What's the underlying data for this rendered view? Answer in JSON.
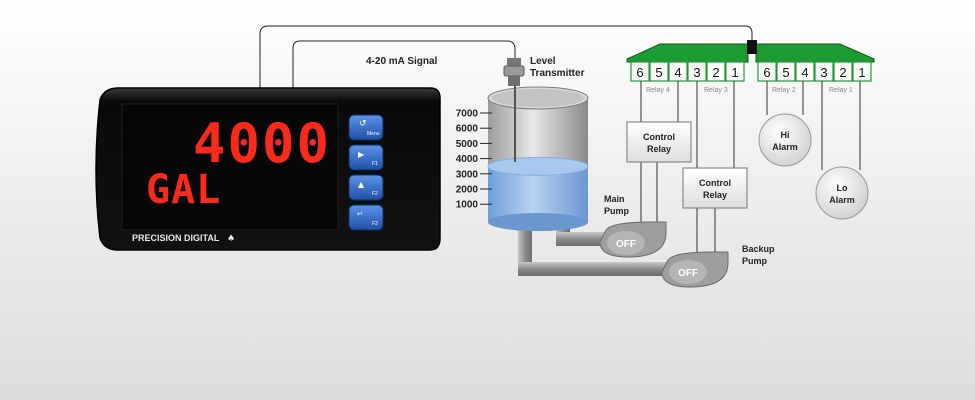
{
  "signal_label": "4-20 mA Signal",
  "transmitter_label": [
    "Level",
    "Transmitter"
  ],
  "meter": {
    "display_value": "4000",
    "display_unit": "GAL",
    "brand": "PRECISION DIGITAL",
    "buttons": [
      {
        "icon": "menu-icon",
        "sub": "Menu"
      },
      {
        "icon": "right-icon",
        "sub": "F1"
      },
      {
        "icon": "up-icon",
        "sub": "F2"
      },
      {
        "icon": "enter-icon",
        "sub": "F3"
      }
    ]
  },
  "tank": {
    "scale": [
      "7000",
      "6000",
      "5000",
      "4000",
      "3000",
      "2000",
      "1000"
    ],
    "fill_fraction": 0.57
  },
  "terminals_left": [
    "6",
    "5",
    "4",
    "3",
    "2",
    "1"
  ],
  "terminals_right": [
    "6",
    "5",
    "4",
    "3",
    "2",
    "1"
  ],
  "relay_labels": [
    "Relay 4",
    "Relay 3",
    "Relay 2",
    "Relay 1"
  ],
  "control_relays": [
    [
      "Control",
      "Relay"
    ],
    [
      "Control",
      "Relay"
    ]
  ],
  "alarms": [
    [
      "Hi",
      "Alarm"
    ],
    [
      "Lo",
      "Alarm"
    ]
  ],
  "pumps": [
    {
      "name": [
        "Main",
        "Pump"
      ],
      "state": "OFF"
    },
    {
      "name": [
        "Backup",
        "Pump"
      ],
      "state": "OFF"
    }
  ],
  "colors": {
    "display": "#ff2a1a",
    "liquid": "#8fb6e6",
    "connector": "#21a43a",
    "button": "#2f6fd0"
  }
}
